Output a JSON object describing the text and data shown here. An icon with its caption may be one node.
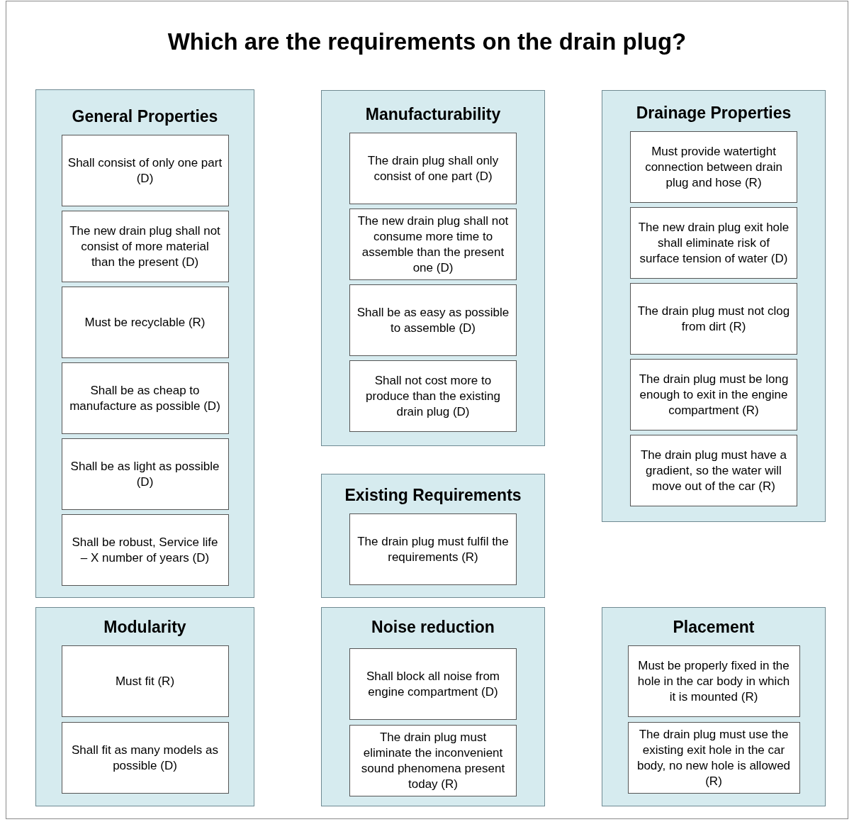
{
  "diagram": {
    "title": "Which are the requirements on the drain plug?",
    "nodes": [
      {
        "text": [
          "General Properties"
        ]
      },
      {
        "text": [
          "Shall consist of only one part (D)"
        ],
        "in": 0
      },
      {
        "text": [
          "The new drain plug shall not consist of more material than the present (D)"
        ],
        "in": 0
      },
      {
        "text": [
          "Must be recyclable (R)"
        ],
        "in": 0
      },
      {
        "text": [
          "Shall be as cheap to manufacture as possible (D)"
        ],
        "in": 0
      },
      {
        "text": [
          "Shall be as light as possible (D)"
        ],
        "in": 0
      },
      {
        "text": [
          "Shall be robust, Service life – X number of years (D)"
        ],
        "in": 0
      },
      {
        "text": [
          "Manufacturability"
        ]
      },
      {
        "text": [
          "The drain plug shall only consist of one part (D)"
        ],
        "in": 7
      },
      {
        "text": [
          "The new drain plug shall not consume more time to assemble than the present one (D)"
        ],
        "in": 7
      },
      {
        "text": [
          "Shall be as easy as possible to assemble (D)"
        ],
        "in": 7
      },
      {
        "text": [
          "Shall not cost more to produce than the existing drain plug (D)"
        ],
        "in": 7
      },
      {
        "text": [
          "Drainage Properties"
        ]
      },
      {
        "text": [
          "Must provide watertight connection between drain plug and hose (R)"
        ],
        "in": 12
      },
      {
        "text": [
          "The new drain plug exit hole shall eliminate risk of surface tension of water (D)"
        ],
        "in": 12
      },
      {
        "text": [
          "The drain plug must not clog from dirt  (R)"
        ],
        "in": 12
      },
      {
        "text": [
          "The drain plug must be long enough to exit in the engine compartment (R)"
        ],
        "in": 12
      },
      {
        "text": [
          "The drain plug must have a gradient, so the water will move out of the car (R)"
        ],
        "in": 12
      },
      {
        "text": [
          "Existing Requirements"
        ]
      },
      {
        "text": [
          "The drain plug must fulfil the requirements (R)"
        ],
        "in": 18
      },
      {
        "text": [
          "Modularity"
        ]
      },
      {
        "text": [
          "Must fit (R)"
        ],
        "in": 20
      },
      {
        "text": [
          "Shall fit as many models as possible  (D)"
        ],
        "in": 20
      },
      {
        "text": [
          "Noise reduction"
        ]
      },
      {
        "text": [
          "Shall block all noise from engine compartment (D)"
        ],
        "in": 23
      },
      {
        "text": [
          "The drain plug must eliminate the inconvenient sound phenomena present today (R)"
        ],
        "in": 23
      },
      {
        "text": [
          "Placement"
        ]
      },
      {
        "text": [
          "Must be properly fixed in the hole in the car body in which it is mounted (R)"
        ],
        "in": 26
      },
      {
        "text": [
          "The drain plug must use the existing exit hole in the car body, no new hole is allowed (R)"
        ],
        "in": 26
      }
    ]
  }
}
